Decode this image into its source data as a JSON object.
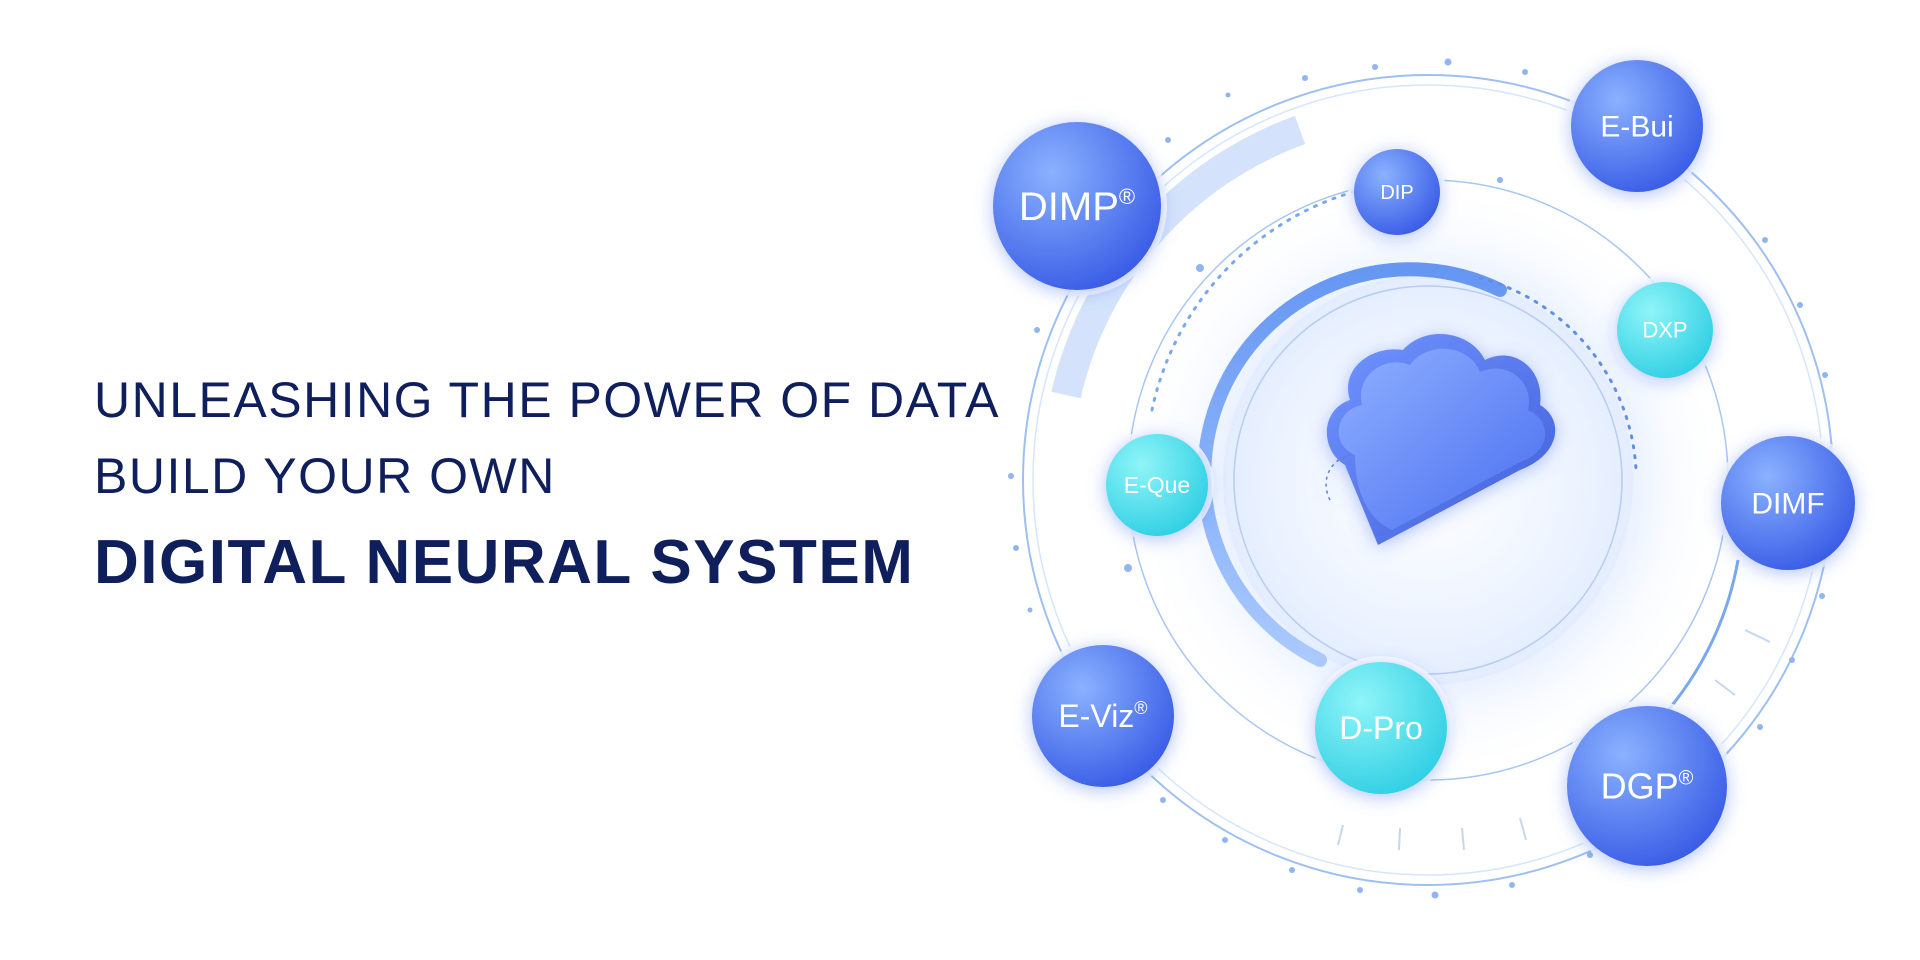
{
  "headline": {
    "line1": "UNLEASHING THE POWER OF DATA",
    "line2": "BUILD YOUR OWN",
    "line3": "DIGITAL NEURAL SYSTEM"
  },
  "nodes": [
    {
      "id": "dimp",
      "label": "DIMP",
      "registered": "®",
      "color": "blue"
    },
    {
      "id": "dip",
      "label": "DIP",
      "registered": "",
      "color": "blue"
    },
    {
      "id": "ebui",
      "label": "E-Bui",
      "registered": "",
      "color": "blue"
    },
    {
      "id": "dxp",
      "label": "DXP",
      "registered": "",
      "color": "cyan"
    },
    {
      "id": "dimf",
      "label": "DIMF",
      "registered": "",
      "color": "blue"
    },
    {
      "id": "eque",
      "label": "E-Que",
      "registered": "",
      "color": "cyan"
    },
    {
      "id": "eviz",
      "label": "E-Viz",
      "registered": "®",
      "color": "blue"
    },
    {
      "id": "dpro",
      "label": "D-Pro",
      "registered": "",
      "color": "cyan"
    },
    {
      "id": "dgp",
      "label": "DGP",
      "registered": "®",
      "color": "blue"
    }
  ],
  "center": {
    "icon": "cloud-icon"
  },
  "colors": {
    "text_dark": "#0e1f5c",
    "blue_light": "#7da6ff",
    "blue_dark": "#3b5ee8",
    "cyan_light": "#7ff0f5",
    "cyan_dark": "#35d3e6",
    "ring": "#8fb4ee"
  }
}
